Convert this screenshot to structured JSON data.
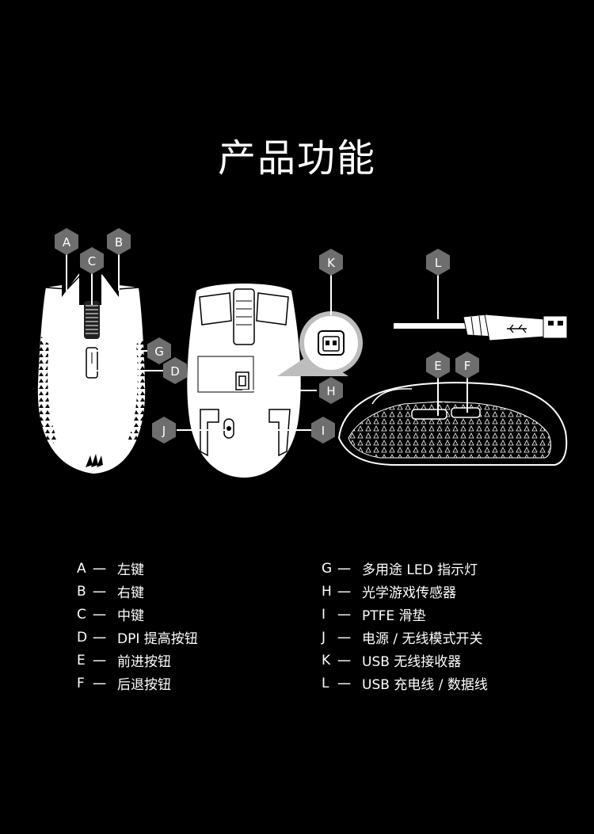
{
  "title": "产品功能",
  "badges": [
    "A",
    "B",
    "C",
    "D",
    "E",
    "F",
    "G",
    "H",
    "I",
    "J",
    "K",
    "L"
  ],
  "legend": {
    "left": [
      {
        "key": "A",
        "dash": "一",
        "label": "左键"
      },
      {
        "key": "B",
        "dash": "一",
        "label": "右键"
      },
      {
        "key": "C",
        "dash": "一",
        "label": "中键"
      },
      {
        "key": "D",
        "dash": "一",
        "label": "DPI 提高按钮"
      },
      {
        "key": "E",
        "dash": "一",
        "label": "前进按钮"
      },
      {
        "key": "F",
        "dash": "一",
        "label": "后退按钮"
      }
    ],
    "right": [
      {
        "key": "G",
        "dash": "一",
        "label": "多用途 LED 指示灯"
      },
      {
        "key": "H",
        "dash": "一",
        "label": "光学游戏传感器"
      },
      {
        "key": "I",
        "dash": "一",
        "label": "PTFE 滑垫"
      },
      {
        "key": "J",
        "dash": "一",
        "label": "电源 / 无线模式开关"
      },
      {
        "key": "K",
        "dash": "一",
        "label": "USB 无线接收器"
      },
      {
        "key": "L",
        "dash": "一",
        "label": "USB 充电线 / 数据线"
      }
    ]
  },
  "colors": {
    "background": "#000000",
    "badge": "#6e6e6e",
    "mouse": "#ffffff",
    "line": "#ffffff"
  }
}
